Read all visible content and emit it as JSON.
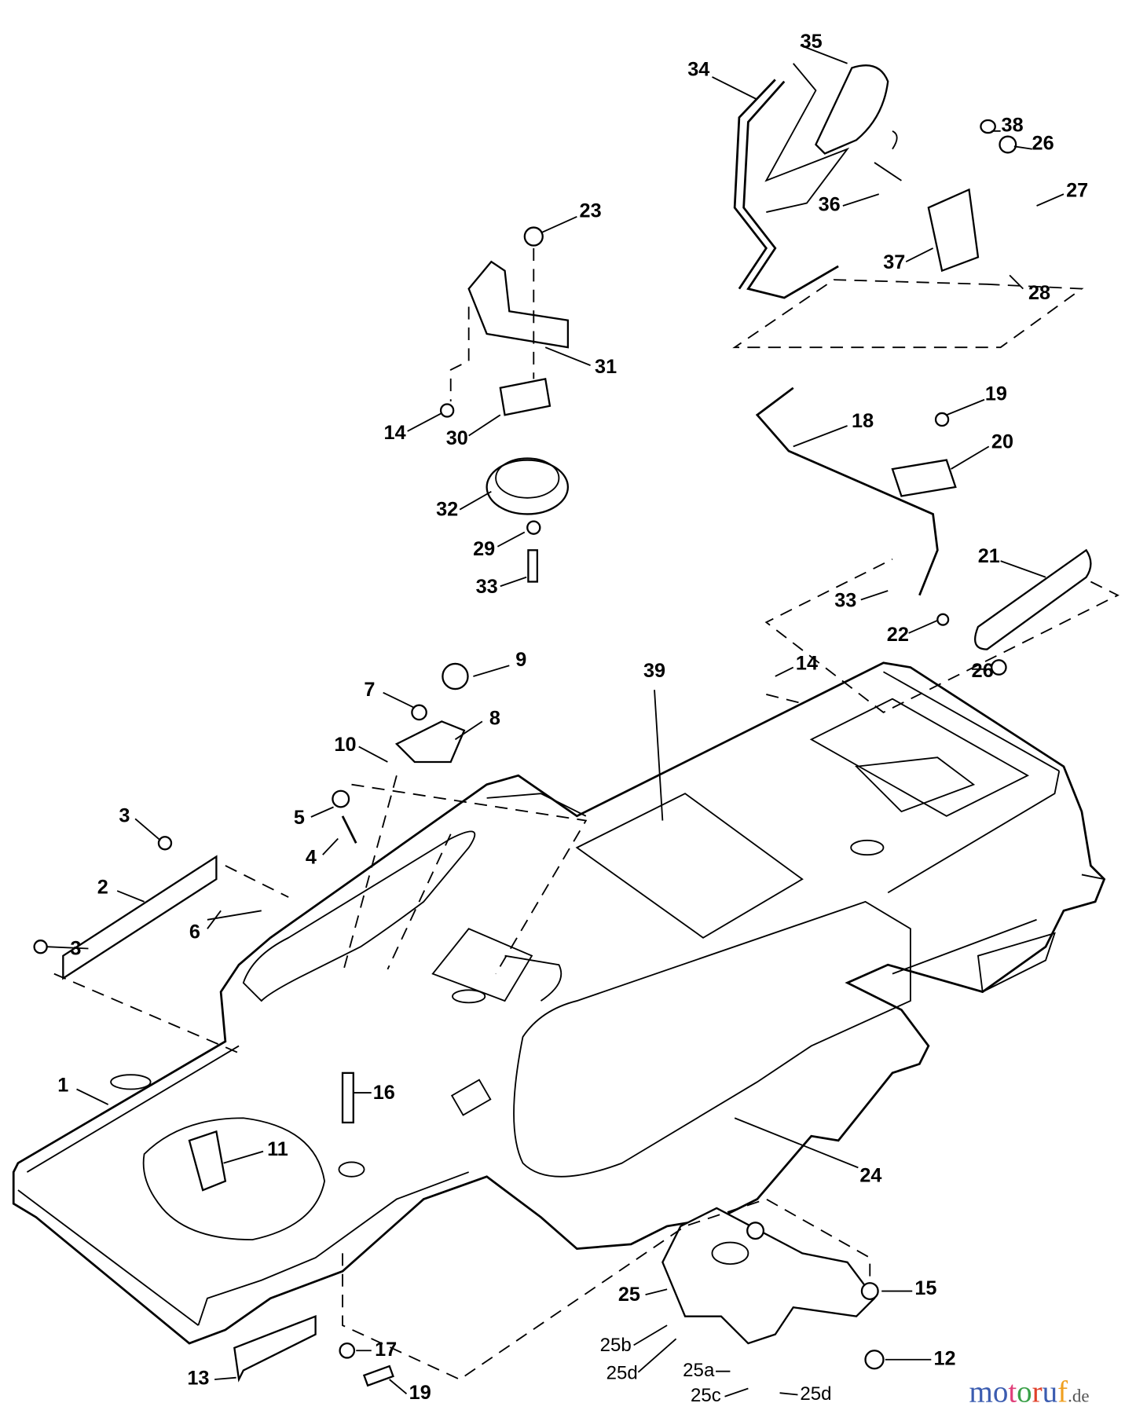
{
  "diagram": {
    "callouts": [
      "35",
      "34",
      "38",
      "26",
      "36",
      "27",
      "37",
      "28",
      "23",
      "31",
      "14",
      "30",
      "19",
      "18",
      "20",
      "32",
      "29",
      "33",
      "21",
      "33",
      "22",
      "26",
      "14",
      "9",
      "7",
      "39",
      "8",
      "10",
      "3",
      "5",
      "4",
      "2",
      "6",
      "3",
      "1",
      "16",
      "11",
      "24",
      "25",
      "15",
      "17",
      "12",
      "25b",
      "25d",
      "25a",
      "13",
      "19",
      "25c",
      "25d"
    ]
  },
  "watermark": {
    "letters": [
      "m",
      "o",
      "t",
      "o",
      "r",
      "u",
      "f"
    ],
    "colors": [
      "#3b5cb0",
      "#3b5cb0",
      "#e0407a",
      "#3aa048",
      "#e0402a",
      "#3b5cb0",
      "#f0a020"
    ],
    "suffix": ".de"
  }
}
